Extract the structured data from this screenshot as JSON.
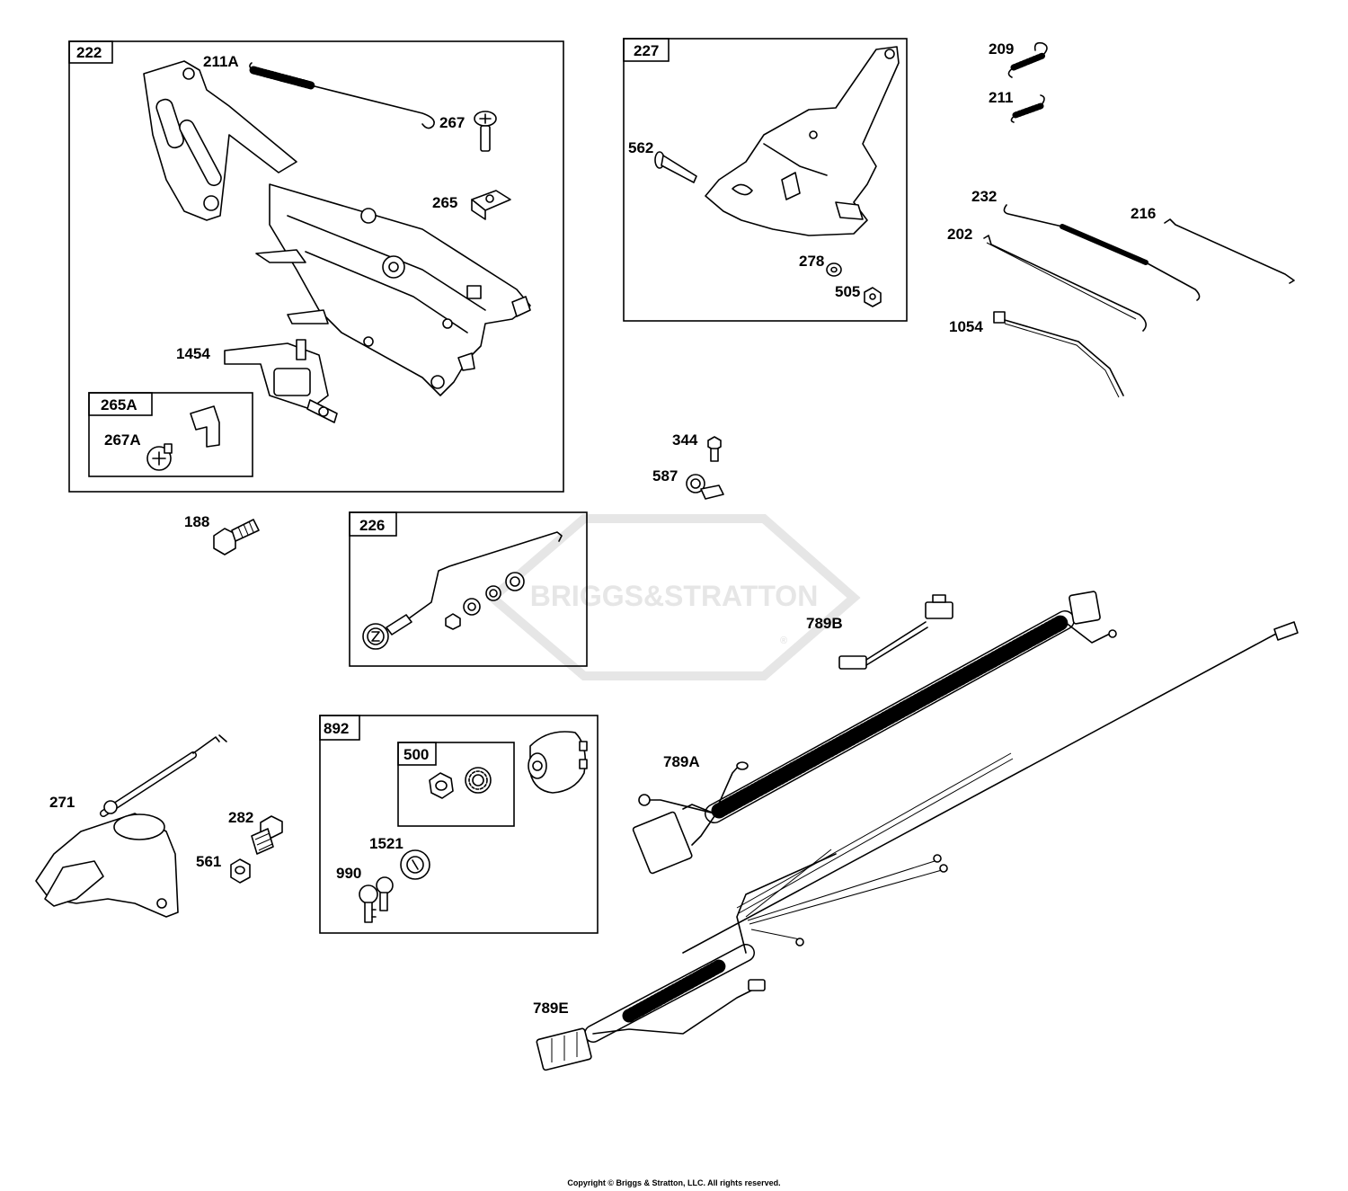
{
  "watermark": {
    "text": "BRIGGS&STRATTON",
    "mark": "®"
  },
  "boxes": {
    "b222": "222",
    "b227": "227",
    "b226": "226",
    "b892": "892",
    "b500": "500",
    "b265A": "265A"
  },
  "labels": {
    "p211A": "211A",
    "p267": "267",
    "p265": "265",
    "p1454": "1454",
    "p267A": "267A",
    "p562": "562",
    "p278": "278",
    "p505": "505",
    "p209": "209",
    "p211": "211",
    "p232": "232",
    "p216": "216",
    "p202": "202",
    "p1054": "1054",
    "p344": "344",
    "p587": "587",
    "p188": "188",
    "p789B": "789B",
    "p789A": "789A",
    "p789E": "789E",
    "p271": "271",
    "p282": "282",
    "p561": "561",
    "p1521": "1521",
    "p990": "990"
  },
  "copyright": "Copyright © Briggs & Stratton, LLC. All rights reserved."
}
